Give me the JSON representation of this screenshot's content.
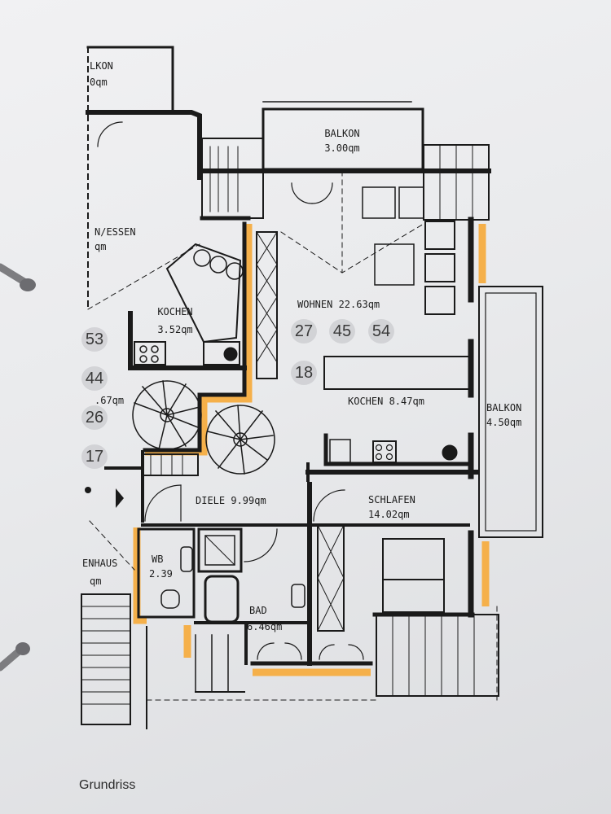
{
  "rooms": {
    "balkon_left": {
      "name": "LKON",
      "area": "0qm"
    },
    "balkon_top": {
      "name": "BALKON",
      "area": "3.00qm"
    },
    "essen": {
      "name": "N/ESSEN",
      "area": "qm"
    },
    "kochen_small": {
      "name": "KOCHEN",
      "area": "3.52qm"
    },
    "wohnen": {
      "name": "WOHNEN 22.63qm"
    },
    "kochen_large": {
      "name": "KOCHEN 8.47qm"
    },
    "balkon_right": {
      "name": "BALKON",
      "area": "4.50qm"
    },
    "diele": {
      "name": "DIELE 9.99qm"
    },
    "schlafen": {
      "name": "SCHLAFEN",
      "area": "14.02qm"
    },
    "wc": {
      "name": "WB",
      "area": "2.39"
    },
    "bad": {
      "name": "BAD",
      "area": "6.46qm"
    },
    "treppenhaus": {
      "name": "ENHAUS",
      "area": "qm"
    },
    "partial_area": {
      "area": ".67qm"
    }
  },
  "circle_numbers": {
    "left": [
      "53",
      "44",
      "26",
      "17"
    ],
    "center": [
      "27",
      "45",
      "54",
      "18"
    ]
  },
  "caption": "Grundriss",
  "colors": {
    "paper": "#ececee",
    "wall": "#1a1a1a",
    "highlight": "#f5b04a",
    "binder": "#8a8a8a"
  }
}
